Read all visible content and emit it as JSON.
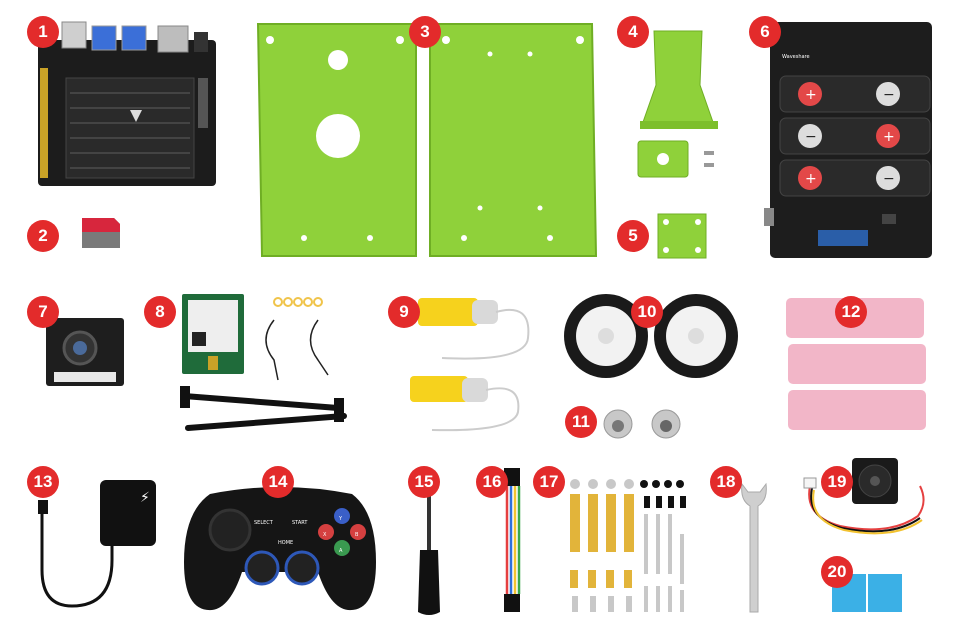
{
  "items": [
    {
      "number": "1",
      "name": "Jetson Nano developer board"
    },
    {
      "number": "2",
      "name": "microSD card"
    },
    {
      "number": "3",
      "name": "Aluminium chassis plates"
    },
    {
      "number": "4",
      "name": "Camera mount brackets"
    },
    {
      "number": "5",
      "name": "Small green plate"
    },
    {
      "number": "6",
      "name": "Expansion battery board"
    },
    {
      "number": "7",
      "name": "Camera module"
    },
    {
      "number": "8",
      "name": "Wireless card with antennas"
    },
    {
      "number": "9",
      "name": "Geared motors"
    },
    {
      "number": "10",
      "name": "Wheels"
    },
    {
      "number": "11",
      "name": "Ball casters"
    },
    {
      "number": "12",
      "name": "Batteries"
    },
    {
      "number": "13",
      "name": "Power adapter"
    },
    {
      "number": "14",
      "name": "Gamepad"
    },
    {
      "number": "15",
      "name": "Screwdriver"
    },
    {
      "number": "16",
      "name": "Jumper cable"
    },
    {
      "number": "17",
      "name": "Standoffs and screws"
    },
    {
      "number": "18",
      "name": "Wrench"
    },
    {
      "number": "19",
      "name": "Cooling fan"
    },
    {
      "number": "20",
      "name": "Thermal pads"
    }
  ],
  "printed_text": {
    "gamepad_select": "SELECT",
    "gamepad_start": "START",
    "gamepad_home": "HOME",
    "gamepad_x": "X",
    "gamepad_y": "Y",
    "gamepad_a": "A",
    "gamepad_b": "B",
    "board_brand": "Waveshare"
  },
  "colors": {
    "badge": "#e32b2b",
    "green_metal": "#8fd13a",
    "board_black": "#1d1d1d",
    "battery_pink": "#f2b6c8",
    "thermal_blue": "#3bb0e6",
    "motor_yellow": "#f6d21d",
    "standoff_brass": "#e2b43a"
  }
}
